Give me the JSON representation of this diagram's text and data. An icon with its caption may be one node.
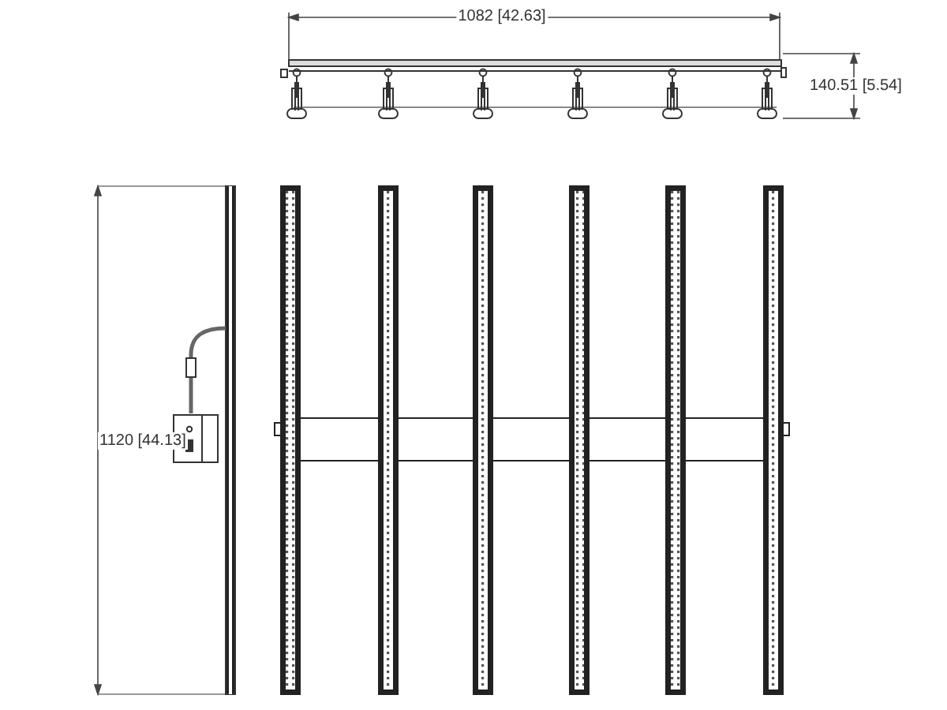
{
  "diagram": {
    "labels": [
      "1082 [42.63]",
      "140.51 [5.54]",
      "1120 [44.13]"
    ]
  }
}
